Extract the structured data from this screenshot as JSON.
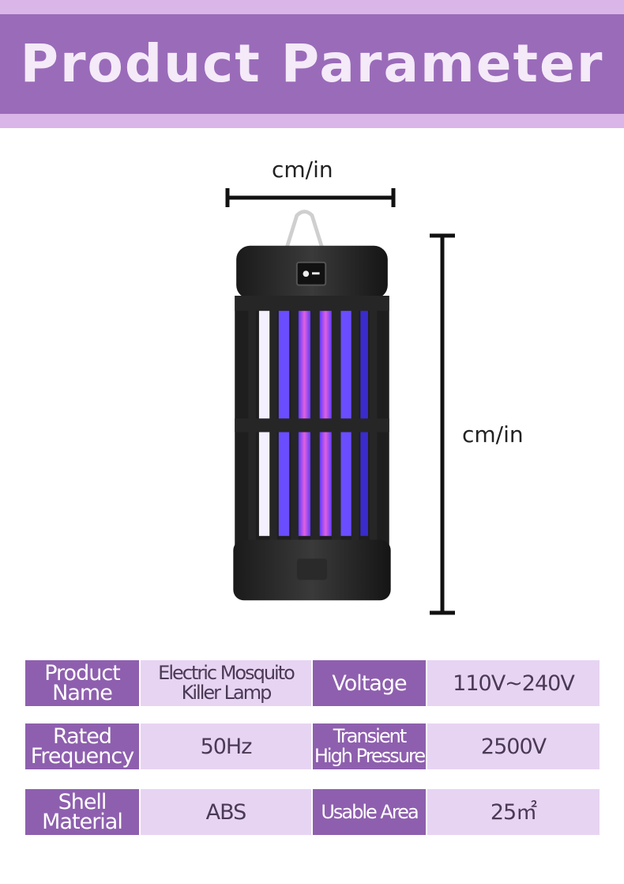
{
  "banner": {
    "title": "Product  Parameter"
  },
  "dimensions": {
    "width_label": "cm/in",
    "height_label": "cm/in"
  },
  "product_image": {
    "description_icon": "bug-zapper-lamp-image"
  },
  "specs": [
    {
      "label1": "Product\nName",
      "value1": "Electric Mosquito\nKiller Lamp",
      "label2": "Voltage",
      "value2": "110V~240V"
    },
    {
      "label1": "Rated\nFrequency",
      "value1": "50Hz",
      "label2": "Transient\nHigh Pressure",
      "value2": "2500V"
    },
    {
      "label1": "Shell\nMaterial",
      "value1": "ABS",
      "label2": "Usable Area",
      "value2": "25㎡"
    }
  ],
  "colors": {
    "banner": "#9a6bb9",
    "banner_strip": "#d9b5e8",
    "label_bg": "#8e5fae",
    "value_bg": "#e7d4f3"
  }
}
